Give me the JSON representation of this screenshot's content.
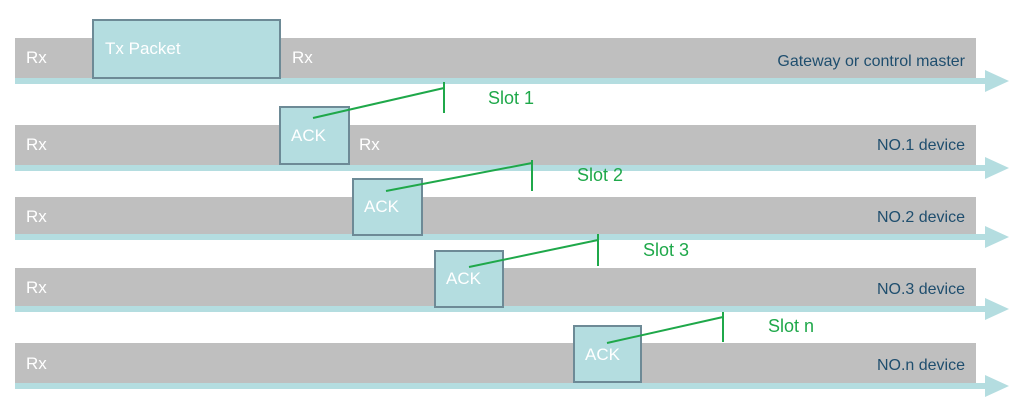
{
  "colors": {
    "lane_fill": "#bfbfbf",
    "arrow_fill": "#b4dde0",
    "box_fill": "#b4dde0",
    "box_stroke": "#6d8a96",
    "slot_green": "#1fa84a",
    "lane_text": "#1f4e6e",
    "white_text": "#ffffff"
  },
  "lanes": [
    {
      "name": "Gateway or control master",
      "rx_labels": [
        "Rx",
        "Rx"
      ],
      "box_label": "Tx Packet",
      "slot_label": null
    },
    {
      "name": "NO.1 device",
      "rx_labels": [
        "Rx",
        "Rx"
      ],
      "box_label": "ACK",
      "slot_label": "Slot 1"
    },
    {
      "name": "NO.2 device",
      "rx_labels": [
        "Rx"
      ],
      "box_label": "ACK",
      "slot_label": "Slot 2"
    },
    {
      "name": "NO.3 device",
      "rx_labels": [
        "Rx"
      ],
      "box_label": "ACK",
      "slot_label": "Slot 3"
    },
    {
      "name": "NO.n device",
      "rx_labels": [
        "Rx"
      ],
      "box_label": "ACK",
      "slot_label": "Slot n"
    }
  ]
}
